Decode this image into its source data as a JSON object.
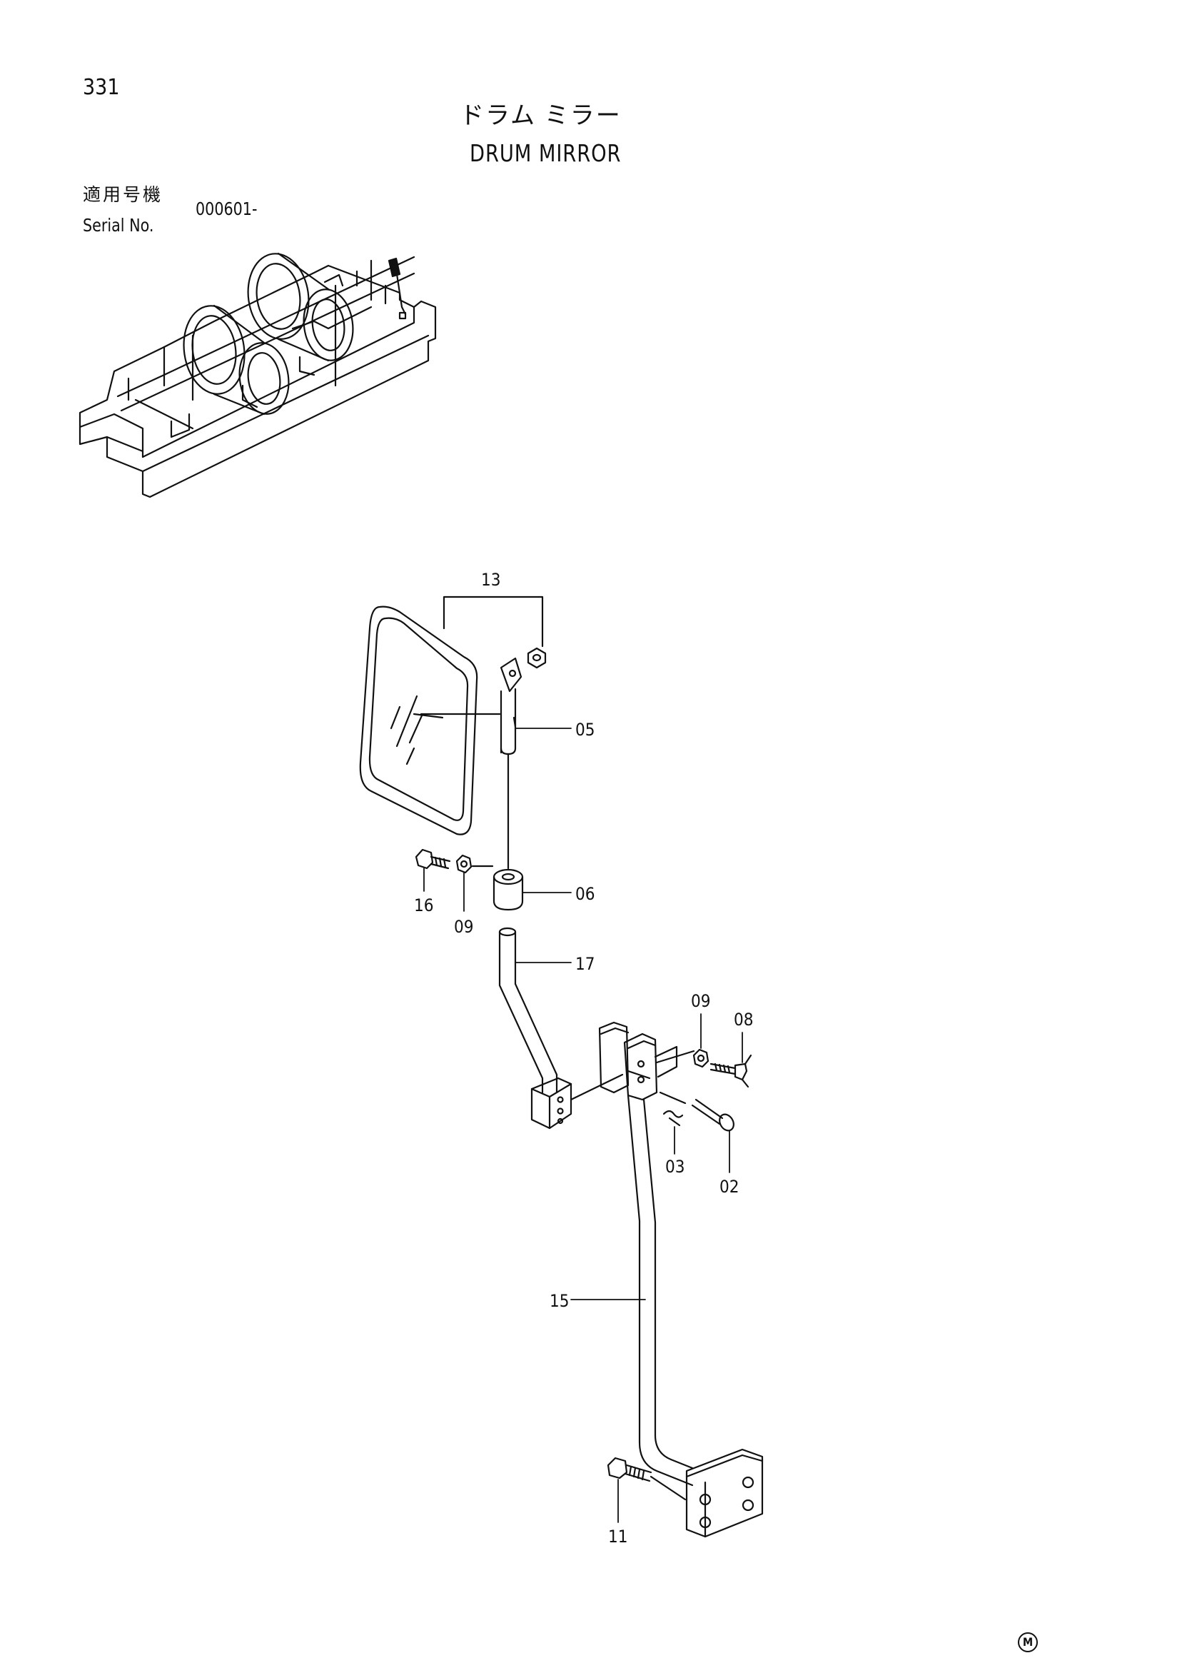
{
  "header": {
    "page_number": "331",
    "title_jp": "ドラム ミラー",
    "title_en": "DRUM MIRROR"
  },
  "serial": {
    "label_jp": "適用号機",
    "label_en": "Serial No.",
    "value": "000601-"
  },
  "callouts": {
    "c13": "13",
    "c05": "05",
    "c06": "06",
    "c16": "16",
    "c09a": "09",
    "c17": "17",
    "c09b": "09",
    "c08": "08",
    "c03": "03",
    "c02": "02",
    "c15": "15",
    "c11": "11"
  },
  "footer": {
    "mark": "M"
  },
  "colors": {
    "ink": "#111111",
    "paper": "#ffffff"
  },
  "icons": [
    "machine-overview-icon",
    "mirror-icon",
    "stay-rod-icon",
    "bolt-icon",
    "nut-icon",
    "wing-bolt-icon",
    "pin-icon",
    "bracket-icon"
  ]
}
